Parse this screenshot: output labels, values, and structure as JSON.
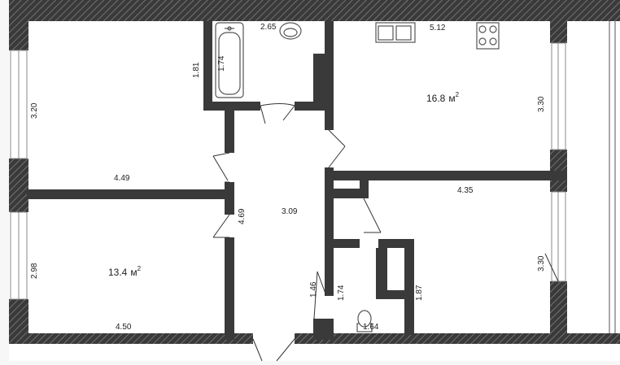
{
  "plan": {
    "colors": {
      "wall": "#3a3a3a",
      "hatch": "#8a8a8a",
      "floor": "#ffffff",
      "background": "#f7f7f7",
      "fixture": "#555555"
    },
    "rooms": {
      "living_room": {
        "area": "16.8",
        "unit": "м",
        "unit_exp": "2",
        "width": "5.12",
        "height": "3.30"
      },
      "bedroom_lower_left": {
        "area": "13.4",
        "unit": "м",
        "unit_exp": "2",
        "width": "4.50",
        "height": "2.98"
      },
      "bedroom_upper_left": {
        "width": "4.49",
        "height": "3.20"
      },
      "bathroom": {
        "width": "2.65",
        "height": "1.81",
        "bathtub_length": "1.74"
      },
      "hallway": {
        "width": "3.09",
        "height": "4.69"
      },
      "room_right": {
        "width": "4.35",
        "height": "3.30"
      },
      "toilet": {
        "width": "1.64",
        "height": "1.74",
        "outer_height": "1.87"
      },
      "closet": {
        "height": "1.46"
      }
    },
    "icons": [
      "bathtub-icon",
      "sink-icon",
      "kitchen-sink-icon",
      "stove-icon",
      "toilet-icon"
    ]
  }
}
